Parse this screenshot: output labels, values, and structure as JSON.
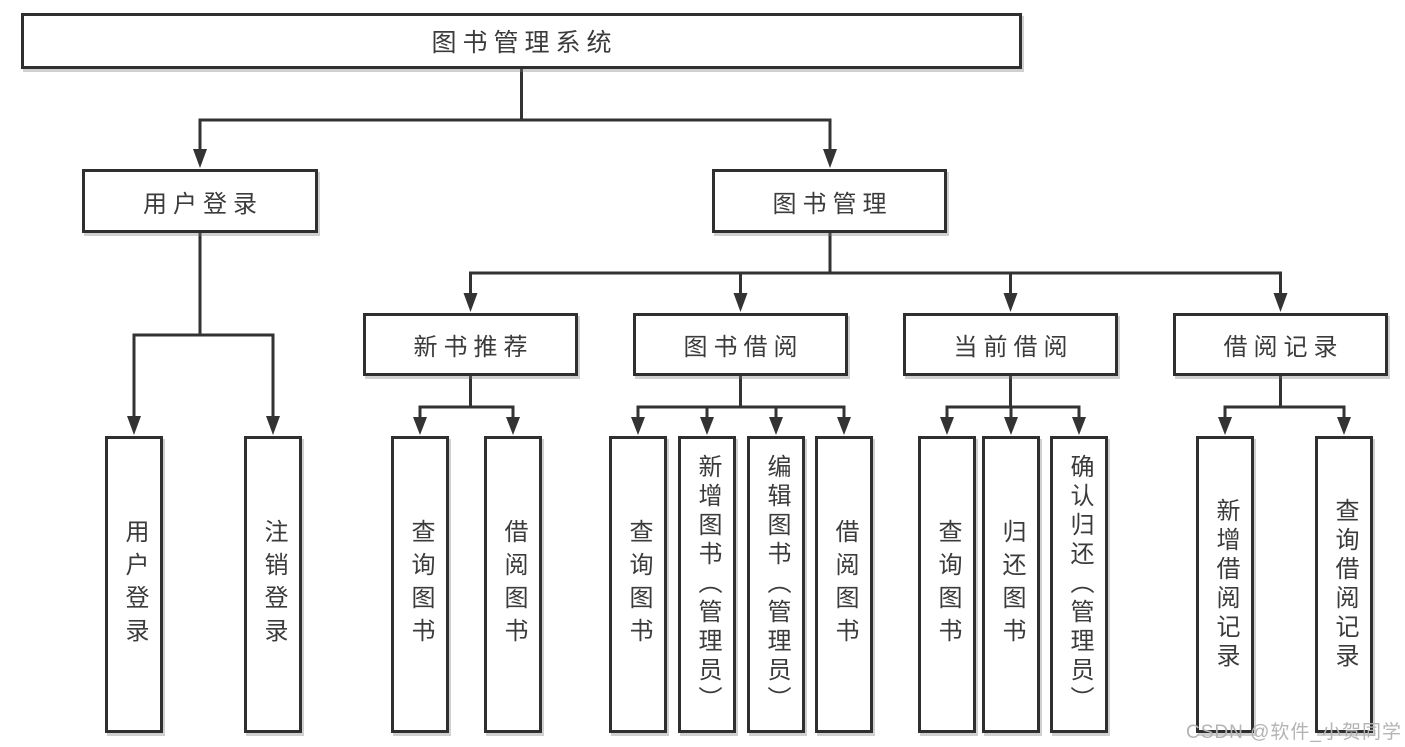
{
  "diagram": {
    "root_label": "图书管理系统",
    "level2": {
      "user_login": "用户登录",
      "book_mgmt": "图书管理"
    },
    "level3": {
      "new_books": "新书推荐",
      "book_borrow": "图书借阅",
      "current_borrow": "当前借阅",
      "borrow_records": "借阅记录"
    },
    "leaves": {
      "login": [
        "用户登录",
        "注销登录"
      ],
      "new_books": [
        "查询图书",
        "借阅图书"
      ],
      "book_borrow": [
        "查询图书",
        "新增图书（管理员）",
        "编辑图书（管理员）",
        "借阅图书"
      ],
      "current_borrow": [
        "查询图书",
        "归还图书",
        "确认归还（管理员）"
      ],
      "borrow_records": [
        "新增借阅记录",
        "查询借阅记录"
      ]
    }
  },
  "watermark": "CSDN @软件_小贺同学",
  "colors": {
    "line": "#333333",
    "border": "#2f2f2f",
    "text": "#3b3b3b",
    "watermark": "#b4b4b4",
    "background": "#ffffff"
  }
}
